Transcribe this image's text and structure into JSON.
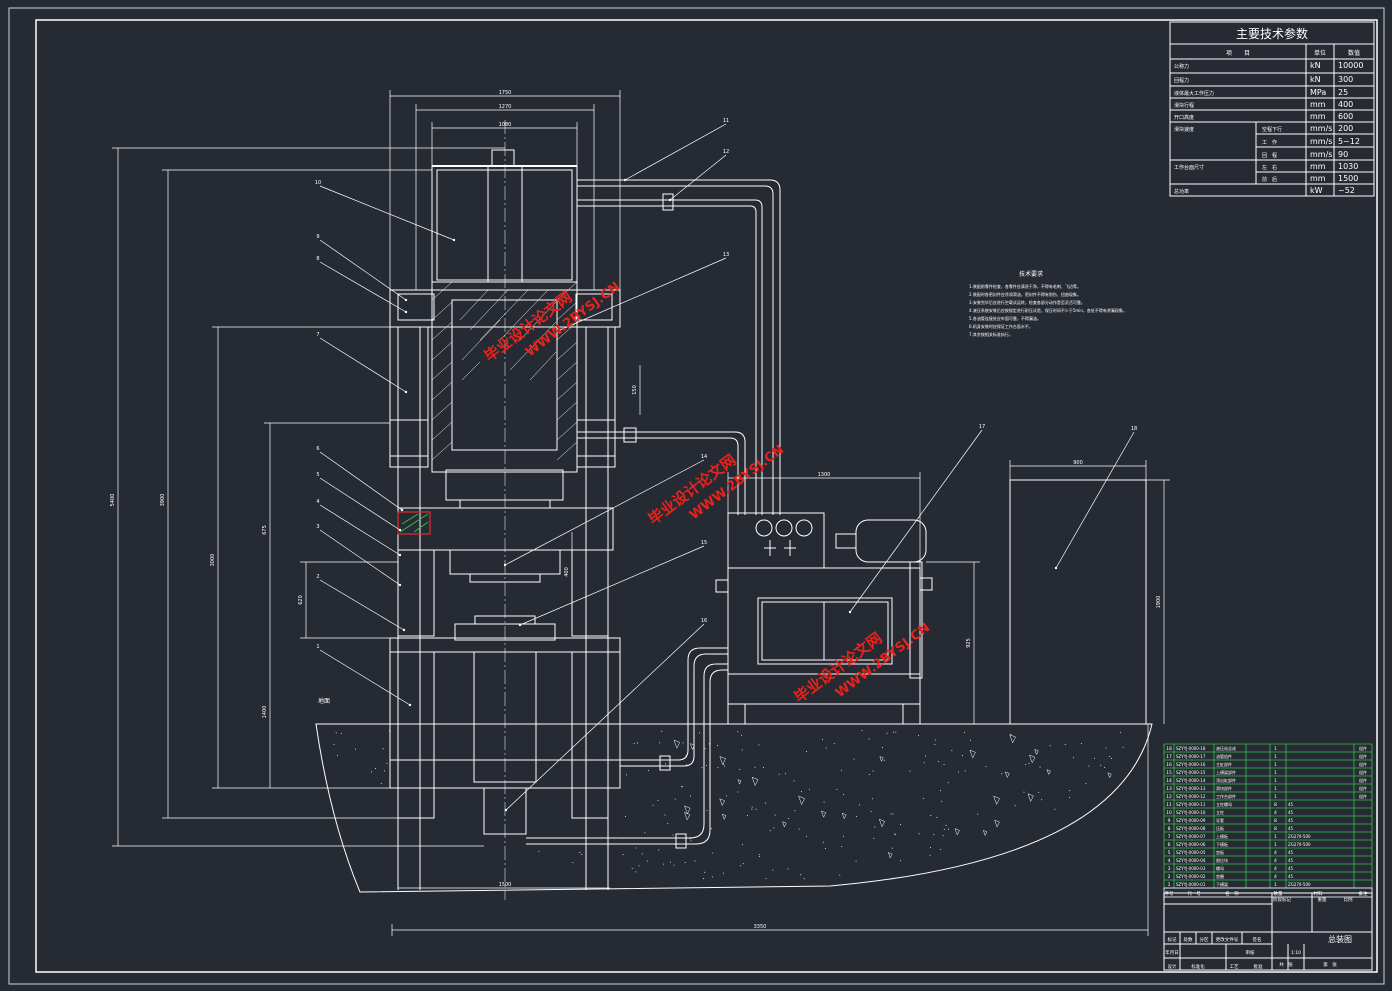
{
  "tech_table": {
    "title": "主要技术参数",
    "header": {
      "item": "项　　目",
      "unit": "单位",
      "value": "数值"
    },
    "rows": [
      {
        "label": "公称力",
        "sub": "",
        "unit": "kN",
        "value": "10000"
      },
      {
        "label": "回程力",
        "sub": "",
        "unit": "kN",
        "value": "300"
      },
      {
        "label": "液体最大工作压力",
        "sub": "",
        "unit": "MPa",
        "value": "25"
      },
      {
        "label": "滑块行程",
        "sub": "",
        "unit": "mm",
        "value": "400"
      },
      {
        "label": "开口高度",
        "sub": "",
        "unit": "mm",
        "value": "600"
      },
      {
        "label": "滑块速度",
        "sub": "空程下行",
        "unit": "mm/s",
        "value": "200"
      },
      {
        "label": "",
        "sub": "工　作",
        "unit": "mm/s",
        "value": "5~12"
      },
      {
        "label": "",
        "sub": "回　程",
        "unit": "mm/s",
        "value": "90"
      },
      {
        "label": "工作台面尺寸",
        "sub": "左　右",
        "unit": "mm",
        "value": "1030"
      },
      {
        "label": "",
        "sub": "前　后",
        "unit": "mm",
        "value": "1500"
      },
      {
        "label": "总功率",
        "sub": "",
        "unit": "kW",
        "value": "~52"
      }
    ]
  },
  "tech_notes": {
    "title": "技术要求",
    "lines": [
      "1.装配前零件检查，各零件应清洗干净，不得有毛刺、飞边等。",
      "2.装配时各密封件应涂润滑油，密封件不得有划伤、扭曲现象。",
      "3.安装完毕后应进行空载试运转，检查各部分动作是否灵活可靠。",
      "4.液压系统安装后应按规定进行耐压试验，保压时间不少于5min，各处不得有渗漏现象。",
      "5.各油管连接处应牢固可靠，不得漏油。",
      "6.机身安装时应保证工作台面水平。",
      "7.其余按相关标准执行。"
    ]
  },
  "bom": {
    "rows": [
      {
        "no": "18",
        "code": "SZYYJ-0000-18",
        "name": "液压站总成",
        "qty": "1",
        "mat": "",
        "note": "组件"
      },
      {
        "no": "17",
        "code": "SZYYJ-0000-17",
        "name": "油管组件",
        "qty": "1",
        "mat": "",
        "note": "组件"
      },
      {
        "no": "16",
        "code": "SZYYJ-0000-16",
        "name": "主缸部件",
        "qty": "1",
        "mat": "",
        "note": "组件"
      },
      {
        "no": "15",
        "code": "SZYYJ-0000-15",
        "name": "上横梁部件",
        "qty": "1",
        "mat": "",
        "note": "组件"
      },
      {
        "no": "14",
        "code": "SZYYJ-0000-14",
        "name": "顶出缸部件",
        "qty": "1",
        "mat": "",
        "note": "组件"
      },
      {
        "no": "13",
        "code": "SZYYJ-0000-13",
        "name": "滑块部件",
        "qty": "1",
        "mat": "",
        "note": "组件"
      },
      {
        "no": "12",
        "code": "SZYYJ-0000-12",
        "name": "工作台部件",
        "qty": "1",
        "mat": "",
        "note": "组件"
      },
      {
        "no": "11",
        "code": "SZYYJ-0000-11",
        "name": "立柱螺母",
        "qty": "8",
        "mat": "45",
        "note": ""
      },
      {
        "no": "10",
        "code": "SZYYJ-0000-10",
        "name": "立柱",
        "qty": "4",
        "mat": "45",
        "note": ""
      },
      {
        "no": "9",
        "code": "SZYYJ-0000-09",
        "name": "导套",
        "qty": "8",
        "mat": "45",
        "note": ""
      },
      {
        "no": "8",
        "code": "SZYYJ-0000-08",
        "name": "压板",
        "qty": "8",
        "mat": "45",
        "note": ""
      },
      {
        "no": "7",
        "code": "SZYYJ-0000-07",
        "name": "上模板",
        "qty": "1",
        "mat": "ZG270-500",
        "note": ""
      },
      {
        "no": "6",
        "code": "SZYYJ-0000-06",
        "name": "下模板",
        "qty": "1",
        "mat": "ZG270-500",
        "note": ""
      },
      {
        "no": "5",
        "code": "SZYYJ-0000-05",
        "name": "垫板",
        "qty": "4",
        "mat": "45",
        "note": ""
      },
      {
        "no": "4",
        "code": "SZYYJ-0000-04",
        "name": "限位块",
        "qty": "4",
        "mat": "45",
        "note": ""
      },
      {
        "no": "3",
        "code": "SZYYJ-0000-03",
        "name": "螺母",
        "qty": "4",
        "mat": "45",
        "note": ""
      },
      {
        "no": "2",
        "code": "SZYYJ-0000-02",
        "name": "垫圈",
        "qty": "4",
        "mat": "45",
        "note": ""
      },
      {
        "no": "1",
        "code": "SZYYJ-0000-01",
        "name": "下横梁",
        "qty": "1",
        "mat": "ZG270-500",
        "note": ""
      }
    ],
    "header": {
      "no": "序号",
      "code": "代　号",
      "name": "名　称",
      "qty": "数量",
      "mat": "材料",
      "note": "备注"
    }
  },
  "title_block": {
    "drawing_name": "总装图",
    "labels": [
      "标记",
      "处数",
      "分区",
      "更改文件号",
      "签名",
      "年月日",
      "设计",
      "标准化",
      "审核",
      "工艺",
      "批准",
      "阶段标记",
      "重量",
      "比例",
      "共　张",
      "第　张"
    ],
    "scale": "1:10"
  },
  "watermarks": [
    {
      "line1": "毕业设计论文网",
      "line2": "WWW.2BYSJ.CN"
    },
    {
      "line1": "毕业设计论文网",
      "line2": "WWW.2BYSJ.CN"
    },
    {
      "line1": "毕业设计论文网",
      "line2": "WWW.2BYSJ.CN"
    }
  ],
  "dims": {
    "overall_width": "3350",
    "overall_height": "5400",
    "top_width": "1750",
    "top_inner": "1270",
    "cyl_width": "1080",
    "left_h1": "3900",
    "left_h2": "3000",
    "stroke": "675",
    "open": "620",
    "base_h": "1400",
    "base_w": "1500",
    "unit_w": "1300",
    "cab_w": "900",
    "cab_h": "1900",
    "unit_h": "925",
    "cyl_stroke": "150",
    "gap": "400"
  },
  "balloons": [
    "1",
    "2",
    "3",
    "4",
    "5",
    "6",
    "7",
    "8",
    "9",
    "10",
    "11",
    "12",
    "13",
    "14",
    "15",
    "16",
    "17",
    "18"
  ],
  "ground_label": "地面"
}
